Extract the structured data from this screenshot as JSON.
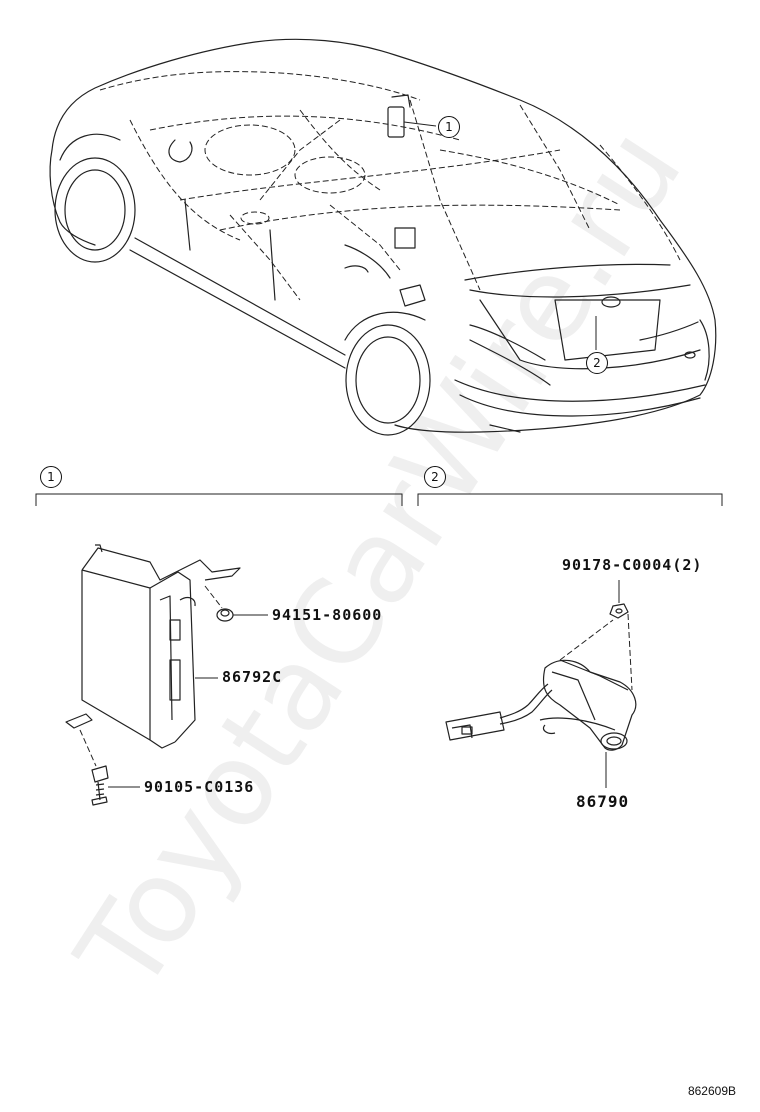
{
  "watermark": "ToyotaCarWire.ru",
  "callouts": {
    "c1": "1",
    "c2": "2"
  },
  "sections": [
    {
      "marker": "1"
    },
    {
      "marker": "2"
    }
  ],
  "parts": {
    "clip": "94151-80600",
    "ecu": "86792C",
    "bolt": "90105-C0136",
    "nut": "90178-C0004(2)",
    "camera": "86790"
  },
  "diagram_id": "862609B"
}
